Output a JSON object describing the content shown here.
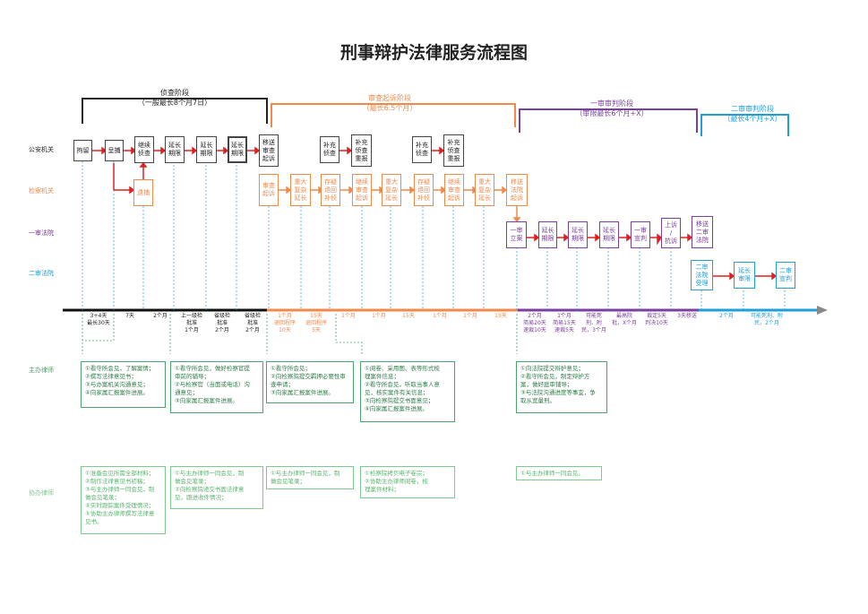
{
  "title": "刑事辩护法律服务流程图",
  "rows": {
    "police": "公安机关",
    "procuratorate": "检察机关",
    "court1": "一审法院",
    "court2": "二审法院",
    "lead_lawyer": "主办律师",
    "assist_lawyer": "协办律师"
  },
  "phases": {
    "investigation": "侦查阶段\n（一般最长8个月7日）",
    "prosecution": "审查起诉阶段\n（最长6.5个月）",
    "trial1": "一审审判阶段\n（审限最长6个月+X）",
    "trial2": "二审审判阶段\n（最长4个月+X）"
  },
  "police_boxes": [
    "拘留",
    "呈捕",
    "继续\n侦查",
    "延长\n期限",
    "延长\n期限",
    "延长\n期限",
    "移送\n审查\n起诉",
    "补充\n侦查",
    "补充\n侦查\n重报",
    "补充\n侦查",
    "补充\n侦查\n重报"
  ],
  "procuratorate_boxes": [
    "逮捕",
    "审查\n起诉",
    "重大\n复杂\n延长",
    "存疑\n退回\n补侦",
    "继续\n审查\n起诉",
    "重大\n复杂\n延长",
    "存疑\n退回\n补侦",
    "继续\n审查\n起诉",
    "重大\n复杂\n延长",
    "移送\n法院\n起诉"
  ],
  "court1_boxes": [
    "一审\n立案",
    "延长\n期限",
    "延长\n期限",
    "延长\n期限",
    "一审\n宣判",
    "上诉\n/\n抗诉",
    "移送\n二审\n法院"
  ],
  "court2_boxes": [
    "二审\n法院\n受理",
    "延长\n审限",
    "二审\n宣判"
  ],
  "ticks": [
    "3+4天\n最长30天",
    "7天",
    "2个月",
    "上一级检\n批准\n1个月",
    "省级检\n批准\n2个月",
    "省级检\n批准\n2个月",
    "1个月\n退回程序\n10天",
    "15天\n退回程序\n5天",
    "1个月",
    "1个月",
    "15天",
    "1个月",
    "1个月",
    "15天",
    "2个月\n简易20天\n速裁10天",
    "1个月\n简易15天\n速裁5天",
    "可能死\n刑、附\n民，3个月",
    "最高院\n批，X个月",
    "裁定5天\n判决10天",
    "3天移送",
    "2个月",
    "可能死刑、附\n民，2个月"
  ],
  "lead_notes": [
    "①看守所会见，了解案情；\n②撰写法律意见书；\n③与办案机关沟通意见；\n④向家属汇报案件进展。",
    "①看守所会见，做好检察官提\n  审前的辅导；\n②与检察官（当面或电话）沟\n  通意见；\n③向家属汇报案件进展。",
    "①看守所会见；\n②向检察院提交羁押必要性审\n  查申请；\n③向家属汇报案件进展。",
    "①阅卷、采用图、表等形式梳\n  理案件信息；\n②看守所会见，听取当事人意\n  见，核实案件有关信息；\n③向检察院提交书面意见；\n④向家属汇报案件进展。",
    "①向法院提交辩护意见；\n②看守所会见，制定辩护方\n  案，做好庭审辅导；\n③与法院沟通进度等事宜，争\n  取从宽量刑。"
  ],
  "assist_notes": [
    "①准备会见所需全部材料；\n②制作法律意见书初稿；\n③与主办律师一同会见，制\n  做会见笔录；\n④实时跟踪案件受理情况；\n⑤协助主办律师撰写法律意\n  见书。",
    "①与主办律师一同会见，制\n  做会见笔录；\n②向检察院递交书面法律意\n  见，跟进收件情况；",
    "①与主办律师一同会见，制\n  做会见笔录；",
    "①检察院拷贝电子卷宗；\n②协助主办律师阅卷，梳\n  理案件材料；",
    "①与主办律师一同会见。"
  ],
  "colors": {
    "investigation": "#222222",
    "prosecution": "#f08a4b",
    "trial1": "#7b3fa0",
    "trial2": "#1e9fd8",
    "arrow": "#e02020",
    "note": "#4aa36a"
  }
}
